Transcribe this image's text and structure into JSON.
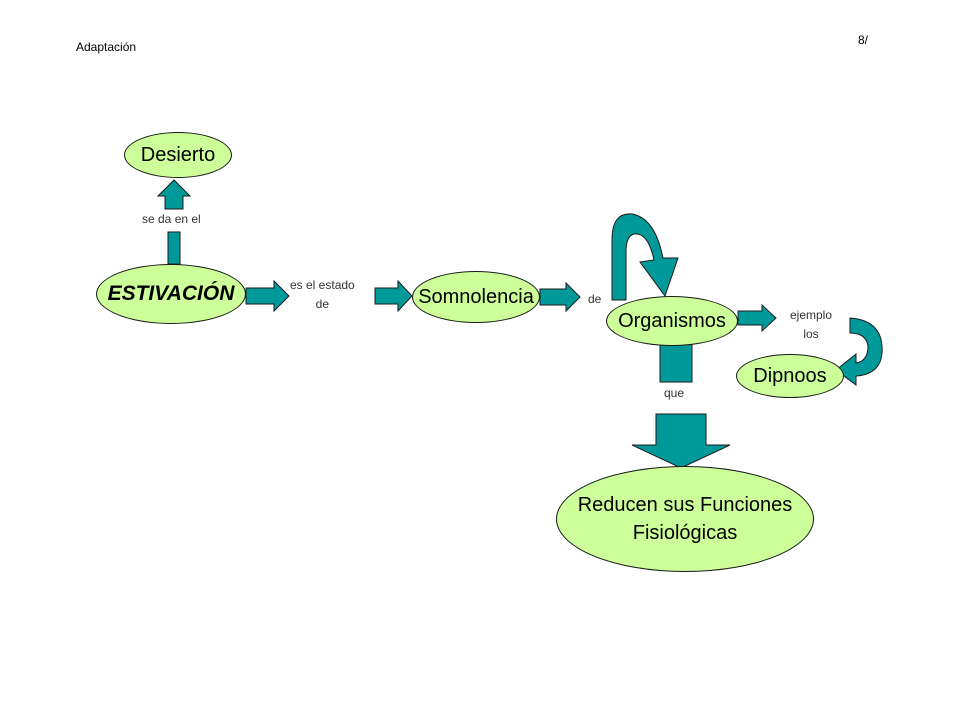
{
  "header": {
    "title": "Adaptación",
    "page": "8/"
  },
  "nodes": {
    "desierto": "Desierto",
    "estivacion": "ESTIVACIÓN",
    "somnolencia": "Somnolencia",
    "organismos": "Organismos",
    "dipnoos": "Dipnoos",
    "reducen_line1": "Reducen sus Funciones",
    "reducen_line2": "Fisiológicas"
  },
  "links": {
    "se_da_en_el": "se da en el",
    "es_el_estado_line1": "es el estado",
    "es_el_estado_line2": "de",
    "de": "de",
    "ejemplo_line1": "ejemplo",
    "ejemplo_line2": "los",
    "que": "que"
  },
  "colors": {
    "node_fill": "#ccff99",
    "arrow_fill": "#009999",
    "outline": "#1a1a1a"
  }
}
